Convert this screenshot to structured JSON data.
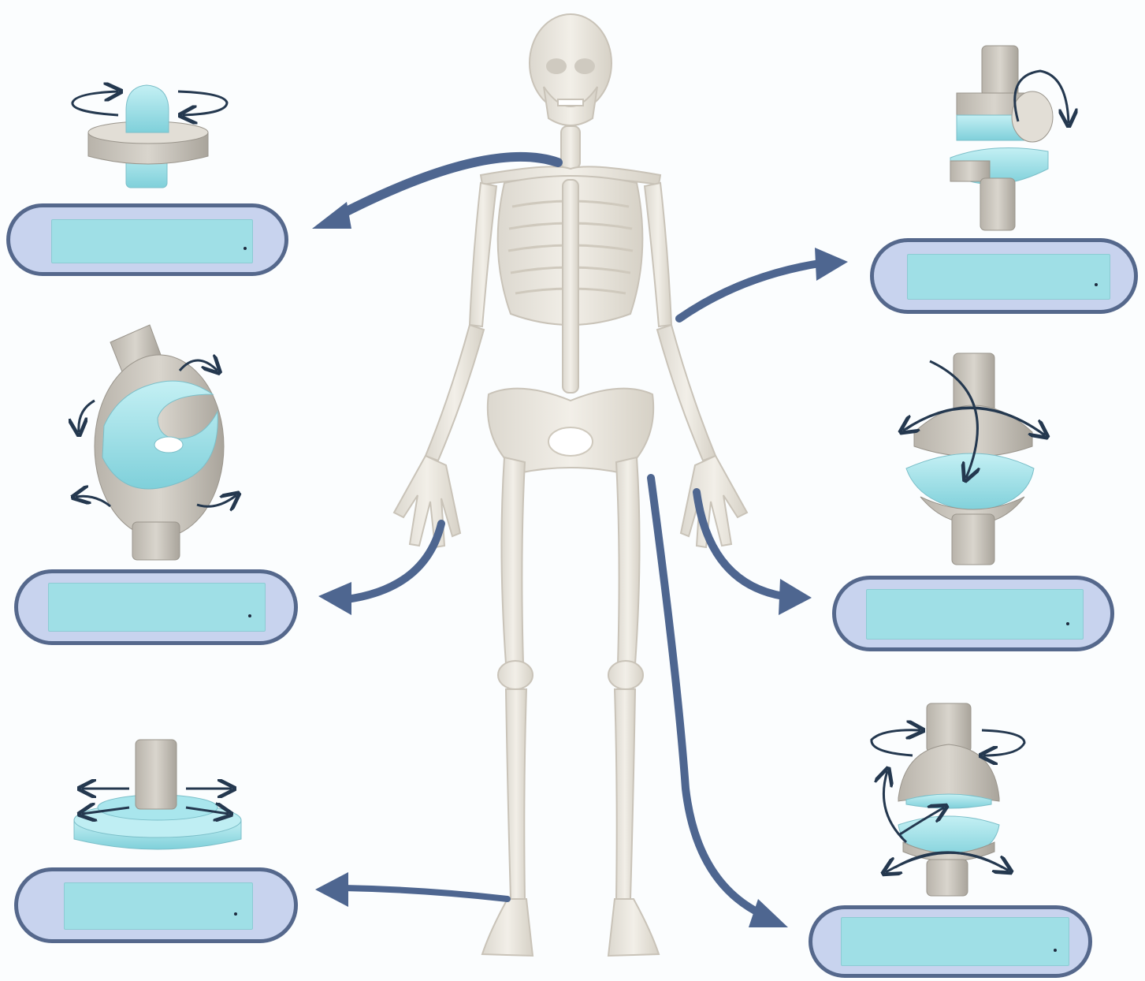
{
  "colors": {
    "background": "#fbfdfe",
    "bone": "#e9e6de",
    "bone_outline": "#cfcac0",
    "joint_cyan": "#9fdfe6",
    "arrow": "#5e7496",
    "pointer_arrow": "#4e6690",
    "label_frame": "#55688c",
    "label_fill": "#c8d3ee"
  },
  "labels": [
    {
      "id": "pivot-joint",
      "icon": "pivot-joint-icon",
      "answer": ""
    },
    {
      "id": "hinge-joint",
      "icon": "hinge-joint-icon",
      "answer": ""
    },
    {
      "id": "condyloid-joint",
      "icon": "condyloid-joint-icon",
      "answer": ""
    },
    {
      "id": "saddle-joint",
      "icon": "saddle-joint-icon",
      "answer": ""
    },
    {
      "id": "gliding-joint",
      "icon": "gliding-joint-icon",
      "answer": ""
    },
    {
      "id": "ball-and-socket-joint",
      "icon": "ball-and-socket-joint-icon",
      "answer": ""
    }
  ]
}
